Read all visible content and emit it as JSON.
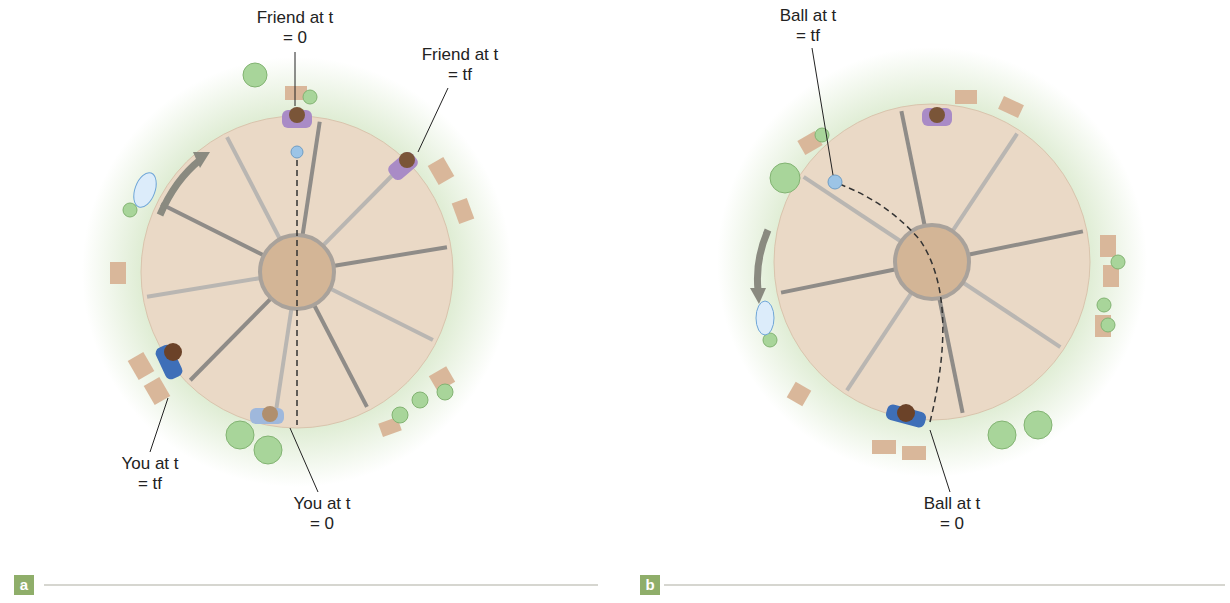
{
  "diagram": {
    "nodes": [
      {
        "text": [
          "a"
        ]
      },
      {
        "text": [
          "b"
        ]
      }
    ],
    "labels": [
      "Friend at t = 0",
      "Friend at t = tf",
      "You at t = tf",
      "You at t = 0",
      "Ball at t = tf",
      "Ball at t = 0"
    ]
  }
}
